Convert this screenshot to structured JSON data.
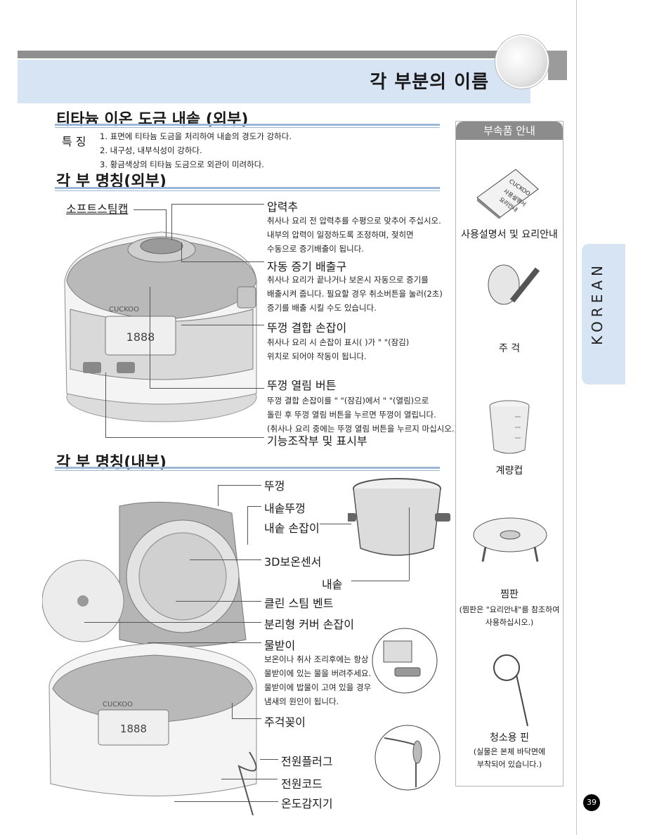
{
  "header": {
    "title": "각 부분의 이름"
  },
  "section1": {
    "heading": "티타늄 이온 도금 내솥 (외부)",
    "feature_label": "특 징",
    "features": [
      "1. 표면에 티타늄 도금을 처리하여 내솥의 경도가 강하다.",
      "2. 내구성, 내부식성이 강하다.",
      "3. 황금색상의 티타늄 도금으로 외관이 미려하다."
    ]
  },
  "section2": {
    "heading": "각 부 명칭(외부)",
    "left_label": "소프트스팀캡",
    "parts": [
      {
        "name": "압력추",
        "desc": [
          "취사나 요리 전 압력추를 수평으로 맞추어 주십시오.",
          "내부의 압력이 일정하도록 조정하며, 젖히면",
          "수동으로 증기배출이 됩니다."
        ]
      },
      {
        "name": "자동 증기 배출구",
        "desc": [
          "취사나 요리가 끝나거나 보온시 자동으로 증기를",
          "배출시켜 줍니다. 필요할 경우 취소버튼을 눌러(2초)",
          "증기를 배출 시킬 수도 있습니다."
        ]
      },
      {
        "name": "뚜껑 결합 손잡이",
        "desc": [
          "취사나 요리 시 손잡이 표시(  )가 \"  \"(잠김)",
          "위치로 되어야 작동이 됩니다."
        ]
      },
      {
        "name": "뚜껑 열림 버튼",
        "desc": [
          "뚜껑 결합 손잡이를 \"  \"(잠김)에서 \"  \"(열림)으로",
          "돌린 후 뚜껑 열림 버튼을 누르면 뚜껑이 열립니다.",
          "(취사나 요리 중에는 뚜껑 열림 버튼을 누르지 마십시오.)"
        ]
      },
      {
        "name": "기능조작부 및 표시부",
        "desc": []
      }
    ]
  },
  "section3": {
    "heading": "각 부 명칭(내부)",
    "parts": [
      "뚜껑",
      "내솥뚜껑",
      "내솥 손잡이",
      "3D보온센서",
      "내솥",
      "클린 스팀 벤트",
      "분리형 커버 손잡이",
      "물받이"
    ],
    "drip_desc": [
      "보온이나 취사 조리후에는 항상",
      "물받이에 있는 물을 버려주세요.",
      "물받이에 밥물이 고여 있을 경우",
      "냄새의 원인이 됩니다."
    ],
    "bottom_parts": [
      "주걱꽂이",
      "전원플러그",
      "전원코드",
      "온도감지기"
    ]
  },
  "sidebar": {
    "title": "부속품 안내",
    "book_text": [
      "CUCKOO",
      "사용설명서",
      "요리안내"
    ],
    "items": [
      {
        "label": "사용설명서 및 요리안내",
        "note": []
      },
      {
        "label": "주 걱",
        "note": []
      },
      {
        "label": "계량컵",
        "note": []
      },
      {
        "label": "찜판",
        "note": [
          "(찜판은 \"요리안내\"를 참조하여",
          "사용하십시오.)"
        ]
      },
      {
        "label": "청소용 핀",
        "note": [
          "(실물은 본체 바닥면에",
          "부착되어 있습니다.)"
        ]
      }
    ]
  },
  "brand": "CUCKOO",
  "display_digits": "1888",
  "side_tab": "KOREAN",
  "page_number": "39"
}
